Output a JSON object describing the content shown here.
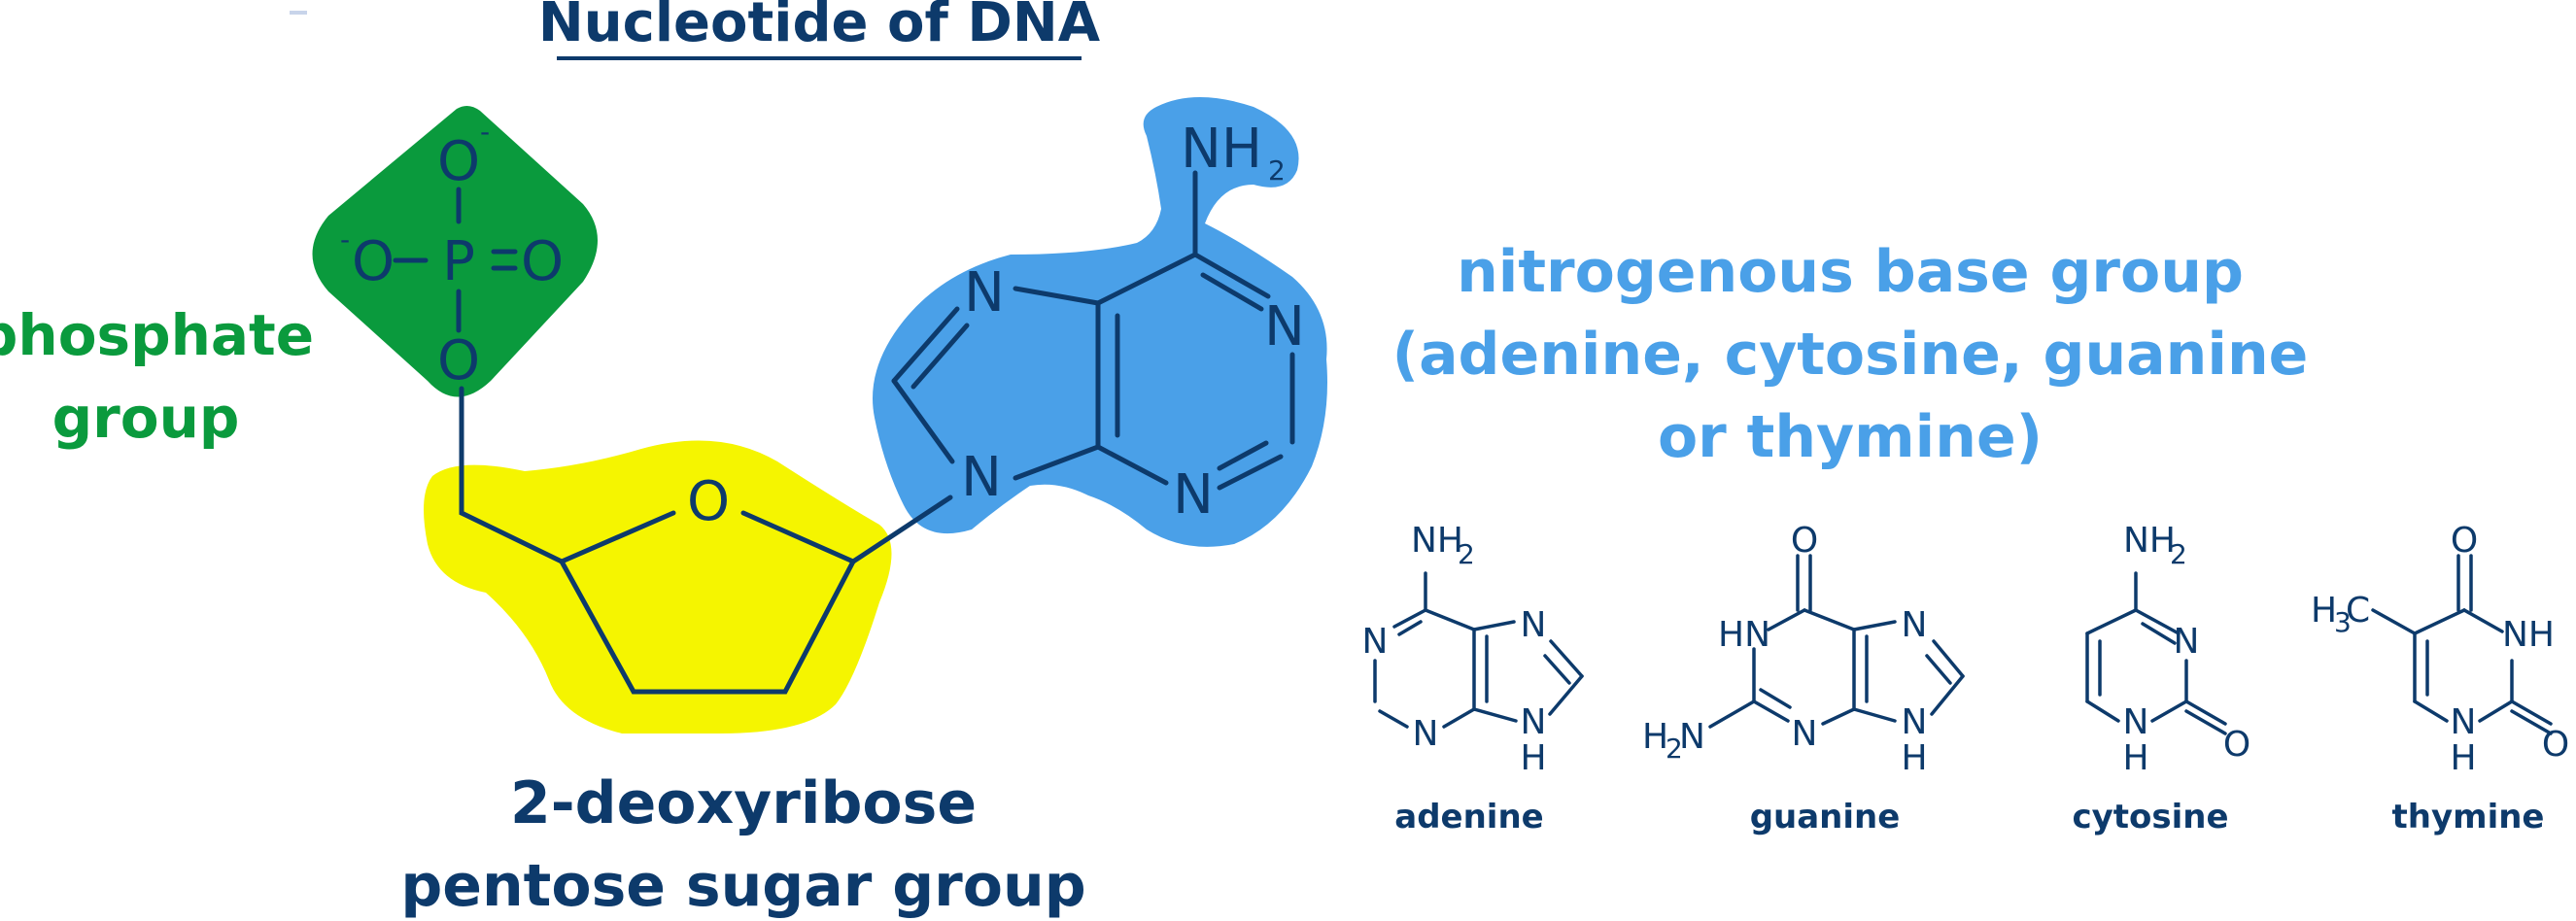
{
  "title": "Nucleotide of DNA",
  "phosphate": {
    "label_line1": "phosphate",
    "label_line2": "group",
    "color": "#0a9a3d",
    "atoms": {
      "o_top": "O",
      "o_left": "O",
      "p": "P",
      "o_right": "O",
      "o_bottom": "O",
      "charge": "-"
    }
  },
  "sugar": {
    "label_line1": "2-deoxyribose",
    "label_line2": "pentose sugar group",
    "color": "#f5f500",
    "ring_o": "O"
  },
  "base": {
    "label_line1": "nitrogenous base group",
    "label_line2": "(adenine, cytosine, guanine",
    "label_line3": "or thymine)",
    "color": "#4aa0e8",
    "nh": "NH",
    "nh_sub": "2",
    "n": "N"
  },
  "structures": {
    "adenine": {
      "name": "adenine",
      "nh": "NH",
      "sub": "2",
      "n": "N",
      "h": "H"
    },
    "guanine": {
      "name": "guanine",
      "o": "O",
      "hn": "HN",
      "h2n_h": "H",
      "h2n_sub": "2",
      "h2n_n": "N",
      "n": "N",
      "h": "H"
    },
    "cytosine": {
      "name": "cytosine",
      "nh": "NH",
      "sub": "2",
      "n": "N",
      "h": "H",
      "o": "O"
    },
    "thymine": {
      "name": "thymine",
      "o": "O",
      "nh": "NH",
      "h3c_h": "H",
      "h3c_sub": "3",
      "h3c_c": "C",
      "n": "N",
      "h": "H"
    }
  }
}
